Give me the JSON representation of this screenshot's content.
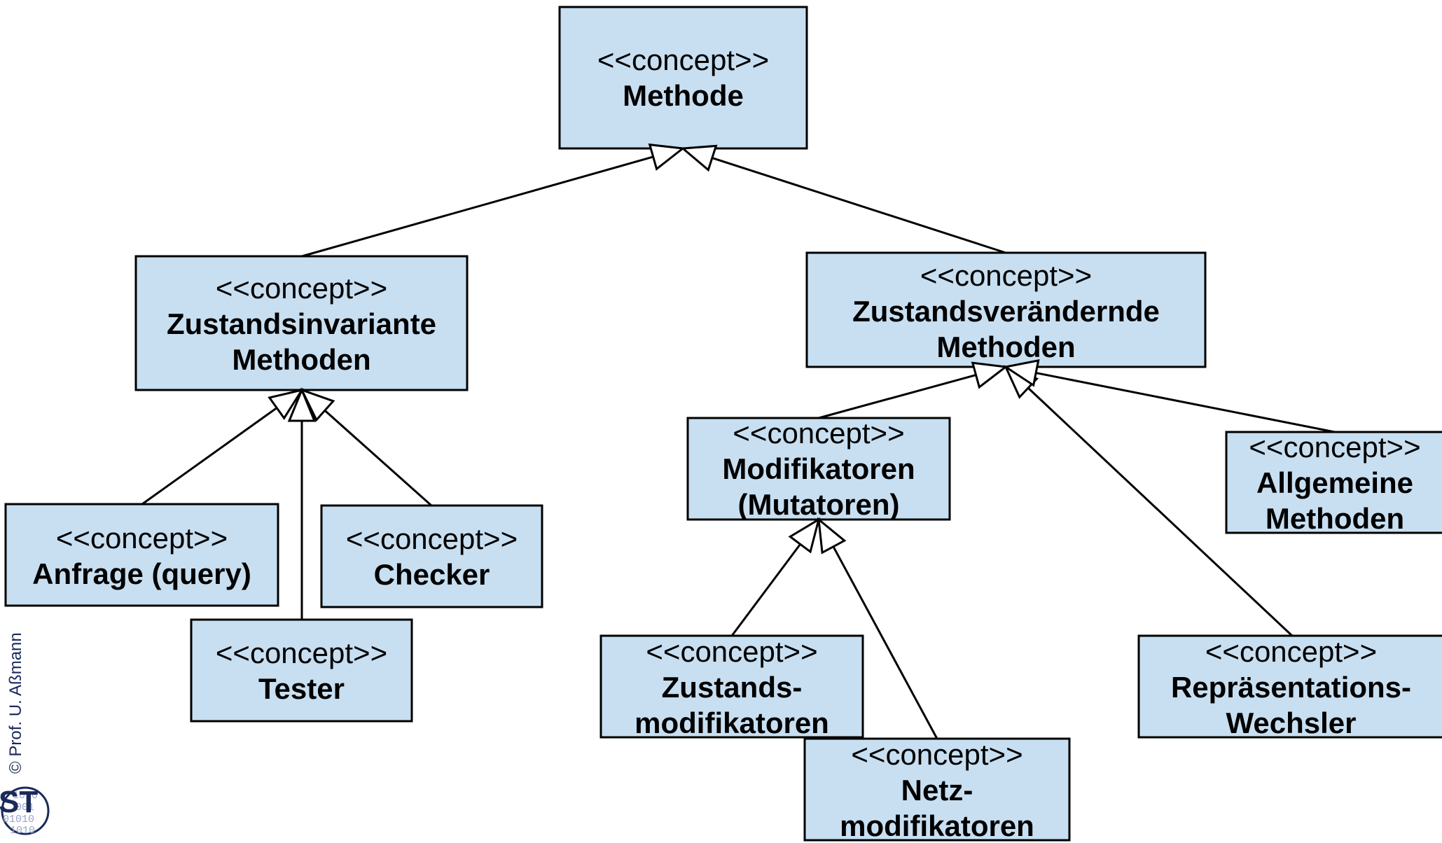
{
  "diagram": {
    "nodes": [
      {
        "id": "methode",
        "stereotype": "<<concept>>",
        "name": [
          "Methode"
        ]
      },
      {
        "id": "zustandsinvariante",
        "stereotype": "<<concept>>",
        "name": [
          "Zustandsinvariante",
          "Methoden"
        ]
      },
      {
        "id": "zustandsveraendernde",
        "stereotype": "<<concept>>",
        "name": [
          "Zustandsverändernde",
          "Methoden"
        ]
      },
      {
        "id": "anfrage",
        "stereotype": "<<concept>>",
        "name": [
          "Anfrage (query)"
        ]
      },
      {
        "id": "checker",
        "stereotype": "<<concept>>",
        "name": [
          "Checker"
        ]
      },
      {
        "id": "tester",
        "stereotype": "<<concept>>",
        "name": [
          "Tester"
        ]
      },
      {
        "id": "modifikatoren",
        "stereotype": "<<concept>>",
        "name": [
          "Modifikatoren",
          "(Mutatoren)"
        ]
      },
      {
        "id": "allgemeine",
        "stereotype": "<<concept>>",
        "name": [
          "Allgemeine",
          "Methoden"
        ]
      },
      {
        "id": "zustandsmodifikatoren",
        "stereotype": "<<concept>>",
        "name": [
          "Zustands-",
          "modifikatoren"
        ]
      },
      {
        "id": "netzmodifikatoren",
        "stereotype": "<<concept>>",
        "name": [
          "Netz-",
          "modifikatoren"
        ]
      },
      {
        "id": "repraesentationswechsler",
        "stereotype": "<<concept>>",
        "name": [
          "Repräsentations-",
          "Wechsler"
        ]
      }
    ],
    "edges": [
      {
        "from": "zustandsinvariante",
        "to": "methode",
        "type": "generalization"
      },
      {
        "from": "zustandsveraendernde",
        "to": "methode",
        "type": "generalization"
      },
      {
        "from": "anfrage",
        "to": "zustandsinvariante",
        "type": "generalization"
      },
      {
        "from": "tester",
        "to": "zustandsinvariante",
        "type": "generalization"
      },
      {
        "from": "checker",
        "to": "zustandsinvariante",
        "type": "generalization"
      },
      {
        "from": "modifikatoren",
        "to": "zustandsveraendernde",
        "type": "generalization"
      },
      {
        "from": "repraesentationswechsler",
        "to": "zustandsveraendernde",
        "type": "generalization"
      },
      {
        "from": "allgemeine",
        "to": "zustandsveraendernde",
        "type": "generalization"
      },
      {
        "from": "zustandsmodifikatoren",
        "to": "modifikatoren",
        "type": "generalization"
      },
      {
        "from": "netzmodifikatoren",
        "to": "modifikatoren",
        "type": "generalization"
      }
    ]
  },
  "footer": {
    "copyright": "© Prof. U. Aßmann",
    "logo_text": "ST"
  }
}
